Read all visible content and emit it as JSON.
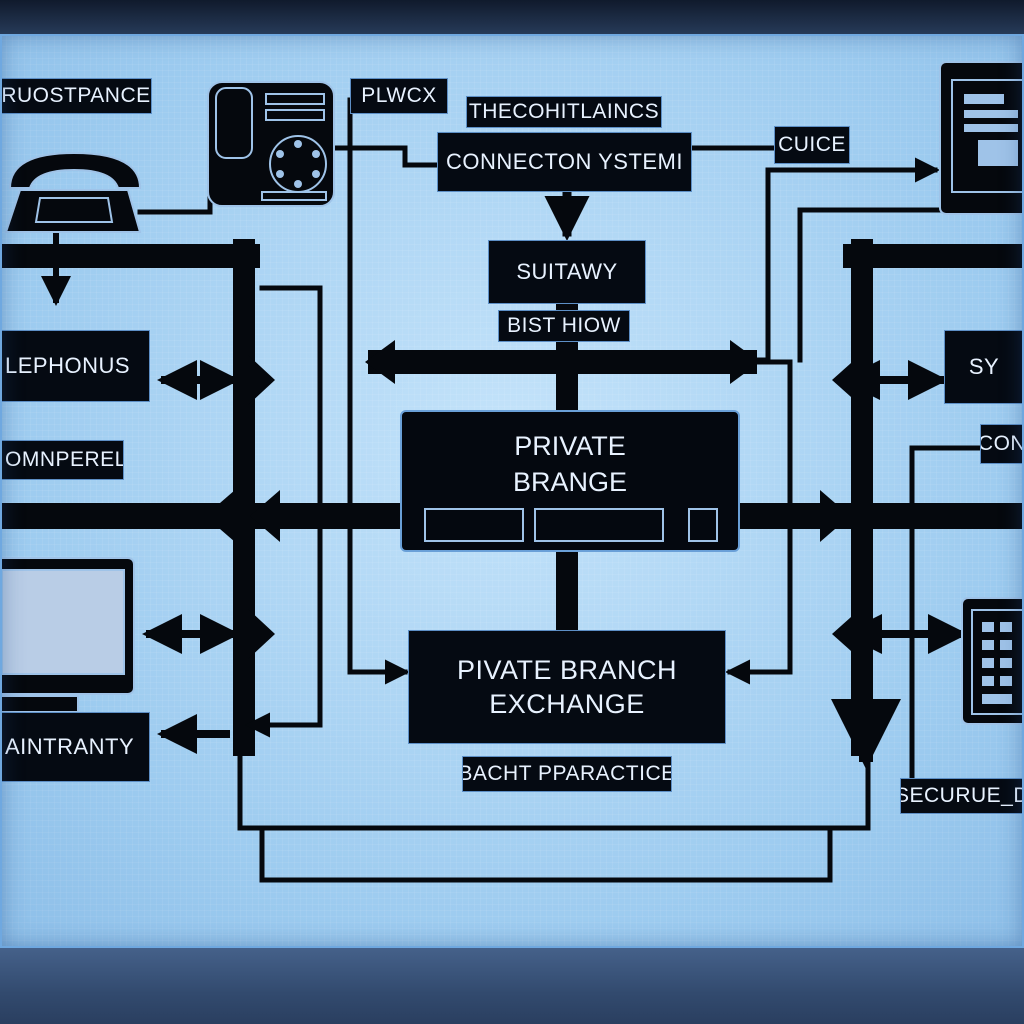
{
  "labels": {
    "top_left": "RUOSTPANCE",
    "top_mid_left": "PLWCX",
    "top_center_caption": "THECOHITLAINCS",
    "connection_box": "CONNECTON YSTEMI",
    "top_right": "CUICE",
    "switch_box": "SUITAWY",
    "switch_caption": "BIST HIOW",
    "left_phone_box": "LEPHONUS",
    "left_mid_caption": "OMNPEREL",
    "left_bottom_box": "AINTRANTY",
    "pbx_top_title": "PRIVATE\nBRANGE",
    "pbx_bottom_title": "PIVATE BRANCH\nEXCHANGE",
    "bottom_caption": "BACHT PPARACTICE",
    "right_box": "SY",
    "right_caption": "CON",
    "right_bottom_box": "SECURUE_D"
  },
  "colors": {
    "screen": "#a8d4f4",
    "box_fill": "#050a12",
    "box_text": "#e8f2ff",
    "wire": "#05080d",
    "bezel": "#1e2d45"
  },
  "icons": [
    "desk-phone-icon",
    "telephone-keypad-icon",
    "monitor-icon",
    "keypad-terminal-icon",
    "computer-screen-icon"
  ]
}
